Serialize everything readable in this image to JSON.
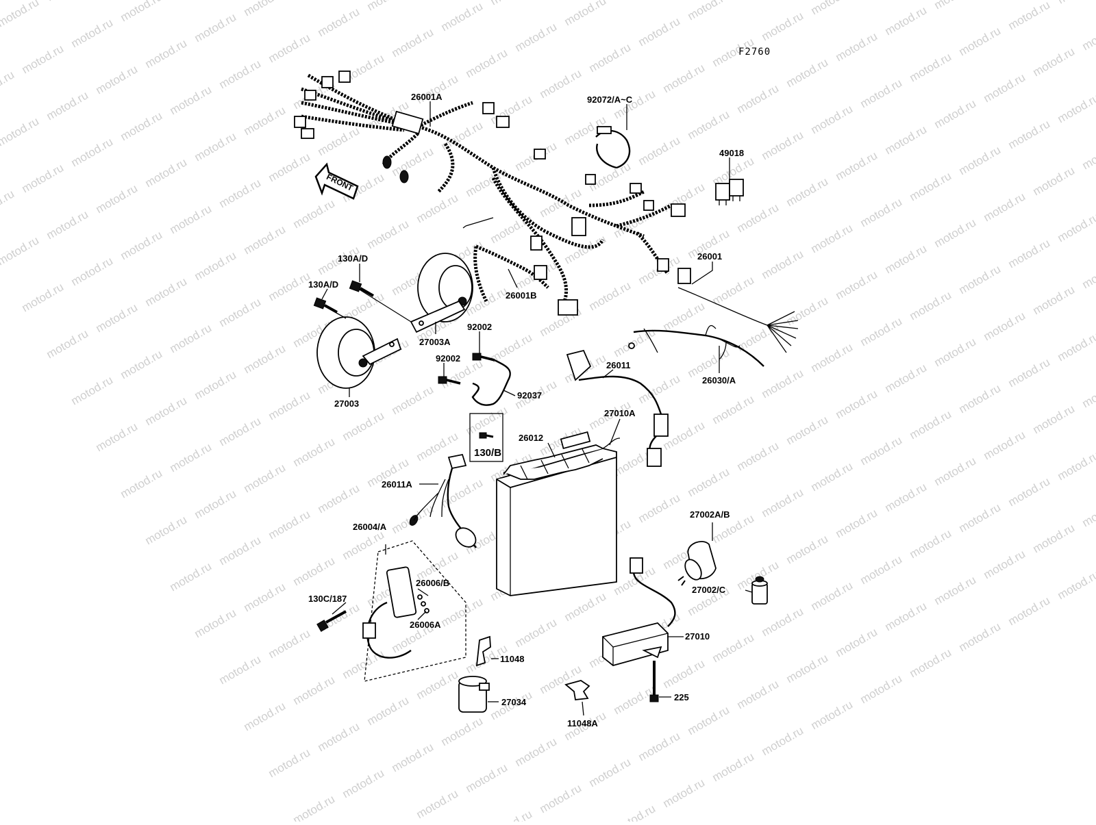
{
  "watermark": "motod.ru",
  "figure_code": "F2760",
  "front_marker": "FRONT",
  "colors": {
    "ink": "#000000",
    "watermark": "#cfcfcf",
    "background": "#ffffff"
  },
  "parts": [
    {
      "id": "26001A",
      "label": "26001A"
    },
    {
      "id": "92072",
      "label": "92072/A~C"
    },
    {
      "id": "49018",
      "label": "49018"
    },
    {
      "id": "26001",
      "label": "26001"
    },
    {
      "id": "130AD-1",
      "label": "130A/D"
    },
    {
      "id": "130AD-2",
      "label": "130A/D"
    },
    {
      "id": "26001B",
      "label": "26001B"
    },
    {
      "id": "27003A",
      "label": "27003A"
    },
    {
      "id": "92002-1",
      "label": "92002"
    },
    {
      "id": "92002-2",
      "label": "92002"
    },
    {
      "id": "92037",
      "label": "92037"
    },
    {
      "id": "27003",
      "label": "27003"
    },
    {
      "id": "26011",
      "label": "26011"
    },
    {
      "id": "26030A",
      "label": "26030/A"
    },
    {
      "id": "27010A",
      "label": "27010A"
    },
    {
      "id": "26012",
      "label": "26012"
    },
    {
      "id": "130B",
      "label": "130/B"
    },
    {
      "id": "26011A",
      "label": "26011A"
    },
    {
      "id": "26004A",
      "label": "26004/A"
    },
    {
      "id": "27002AB",
      "label": "27002A/B"
    },
    {
      "id": "26006B",
      "label": "26006/B"
    },
    {
      "id": "130C187",
      "label": "130C/187"
    },
    {
      "id": "26006A",
      "label": "26006A"
    },
    {
      "id": "27002C",
      "label": "27002/C"
    },
    {
      "id": "27010",
      "label": "27010"
    },
    {
      "id": "11048",
      "label": "11048"
    },
    {
      "id": "27034",
      "label": "27034"
    },
    {
      "id": "225",
      "label": "225"
    },
    {
      "id": "11048A",
      "label": "11048A"
    }
  ]
}
